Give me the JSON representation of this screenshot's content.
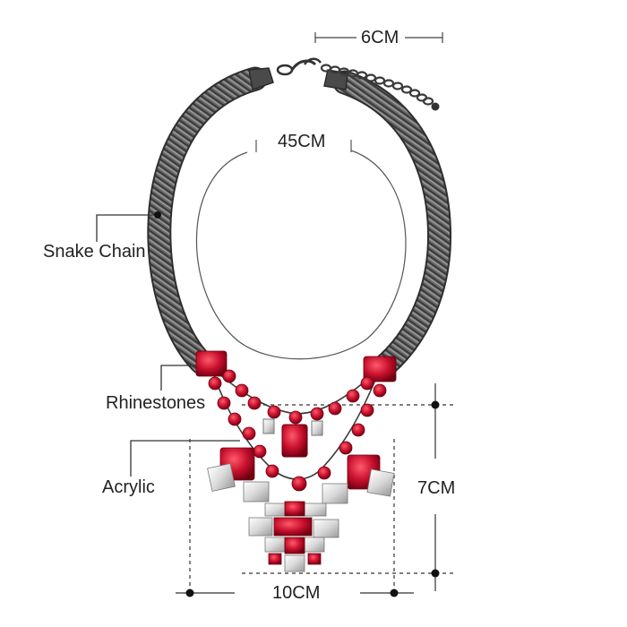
{
  "labels": {
    "extension": "6CM",
    "length": "45CM",
    "chain": "Snake Chain",
    "rhinestones": "Rhinestones",
    "acrylic": "Acrylic",
    "drop": "7CM",
    "width": "10CM"
  },
  "colors": {
    "chain": "#5a5a5a",
    "ruby": "#c8102e",
    "crystal": "#f2f2f2",
    "line": "#444444",
    "text": "#222222"
  }
}
